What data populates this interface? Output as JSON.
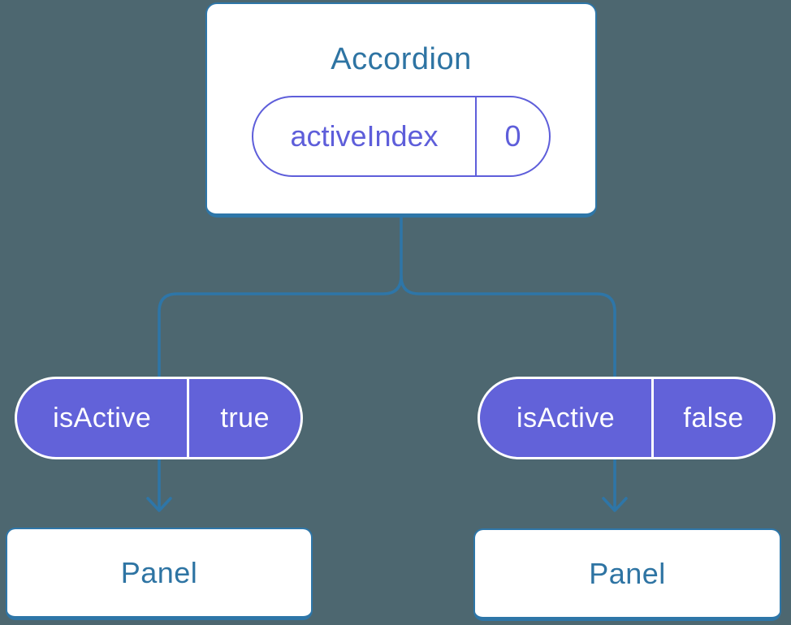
{
  "diagram": {
    "root": {
      "title": "Accordion",
      "state": {
        "name": "activeIndex",
        "value": "0"
      }
    },
    "children": [
      {
        "prop": {
          "name": "isActive",
          "value": "true"
        },
        "target": "Panel"
      },
      {
        "prop": {
          "name": "isActive",
          "value": "false"
        },
        "target": "Panel"
      }
    ]
  },
  "colors": {
    "background": "#4D6770",
    "blue": "#2E76A8",
    "blue_text": "#2E74A3",
    "purple": "#5E5EDA",
    "purple_fill": "#6262D9",
    "white": "#FFFFFF"
  }
}
